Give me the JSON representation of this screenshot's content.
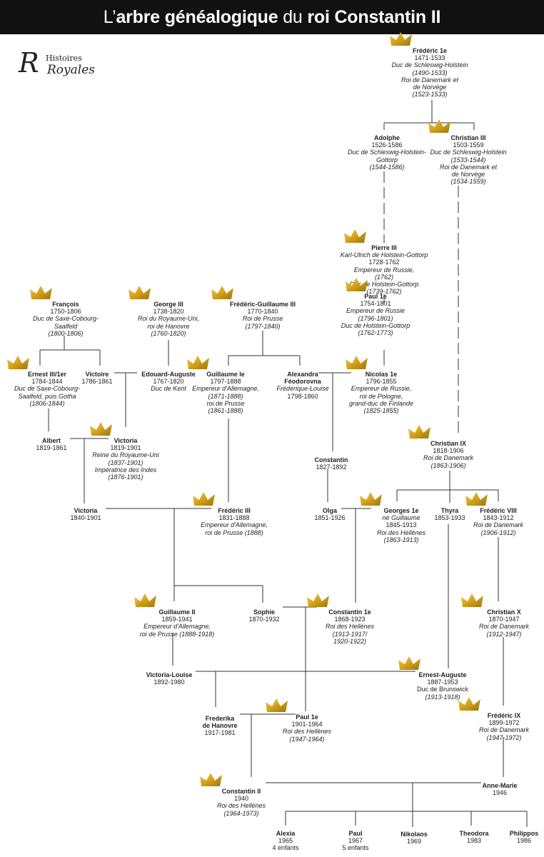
{
  "banner": {
    "pre": "L’",
    "title_bold1": "arbre généalogique",
    "title_mid": " du ",
    "title_bold2": "roi Constantin II"
  },
  "logo": {
    "word1": "Histoires",
    "word2": "Royales",
    "initial": "R"
  },
  "colors": {
    "crown": "#d4a017",
    "banner_bg": "#111111",
    "line": "#333333"
  },
  "people": [
    {
      "id": "frederic1",
      "lines": [
        [
          "n",
          "Frédéric 1e"
        ],
        [
          "d",
          "1471-1533"
        ],
        [
          "i",
          "Duc de Schleswig-Holstein"
        ],
        [
          "i",
          "(1490-1533)"
        ],
        [
          "i",
          "Roi de Danemark et"
        ],
        [
          "i",
          "de Norvège"
        ],
        [
          "i",
          "(1523-1533)"
        ]
      ]
    },
    {
      "id": "adolphe",
      "lines": [
        [
          "n",
          "Adolphe"
        ],
        [
          "d",
          "1526-1586"
        ],
        [
          "i",
          "Duc de Schleswig-Holstein-"
        ],
        [
          "i",
          "Gottorp"
        ],
        [
          "i",
          "(1544-1586)"
        ]
      ]
    },
    {
      "id": "christian3",
      "lines": [
        [
          "n",
          "Christian III"
        ],
        [
          "d",
          "1503-1559"
        ],
        [
          "i",
          "Duc de Schleswig-Holstein"
        ],
        [
          "i",
          "(1533-1544)"
        ],
        [
          "i",
          "Roi de Danemark et"
        ],
        [
          "i",
          "de Norvège"
        ],
        [
          "i",
          "(1534-1559)"
        ]
      ]
    },
    {
      "id": "pierre3",
      "lines": [
        [
          "n",
          "Pierre III"
        ],
        [
          "i",
          "Karl-Ulrich de Holstein-Gottorp"
        ],
        [
          "d",
          "1728-1762"
        ],
        [
          "i",
          "Empereur de Russie,"
        ],
        [
          "i",
          "(1762)"
        ],
        [
          "i",
          "Duc de Holstein-Gottorp"
        ],
        [
          "i",
          "(1739-1762)"
        ]
      ]
    },
    {
      "id": "paul1r",
      "lines": [
        [
          "n",
          "Paul 1e"
        ],
        [
          "d",
          "1754-1801"
        ],
        [
          "i",
          "Empereur de Russie"
        ],
        [
          "i",
          "(1796-1801)"
        ],
        [
          "i",
          "Duc de Holstein-Gottorp"
        ],
        [
          "i",
          "(1762-1773)"
        ]
      ]
    },
    {
      "id": "francois",
      "lines": [
        [
          "n",
          "François"
        ],
        [
          "d",
          "1750-1806"
        ],
        [
          "i",
          "Duc de Saxe-Cobourg-"
        ],
        [
          "i",
          "Saalfeld"
        ],
        [
          "i",
          "(1800-1806)"
        ]
      ]
    },
    {
      "id": "george3",
      "lines": [
        [
          "n",
          "George III"
        ],
        [
          "d",
          "1738-1820"
        ],
        [
          "i",
          "Roi du Royaume-Uni,"
        ],
        [
          "i",
          "roi de Hanovre"
        ],
        [
          "i",
          "(1760-1820)"
        ]
      ]
    },
    {
      "id": "fg3",
      "lines": [
        [
          "n",
          "Frédéric-Guillaume III"
        ],
        [
          "d",
          "1770-1840"
        ],
        [
          "i",
          "Roi de Prusse"
        ],
        [
          "i",
          "(1797-1840)"
        ]
      ]
    },
    {
      "id": "ernest",
      "lines": [
        [
          "n",
          "Ernest III/1er"
        ],
        [
          "d",
          "1784-1844"
        ],
        [
          "i",
          "Duc de Saxe-Cobourg-"
        ],
        [
          "i",
          "Saalfeld, puis Gotha"
        ],
        [
          "i",
          "(1806-1844)"
        ]
      ]
    },
    {
      "id": "victoire",
      "lines": [
        [
          "n",
          "Victoire"
        ],
        [
          "d",
          "1786-1861"
        ]
      ]
    },
    {
      "id": "edouard",
      "lines": [
        [
          "n",
          "Edouard-Auguste"
        ],
        [
          "d",
          "1767-1820"
        ],
        [
          "i",
          "Duc de Kent"
        ]
      ]
    },
    {
      "id": "guillaume1",
      "lines": [
        [
          "n",
          "Guillaume Ie"
        ],
        [
          "d",
          "1797-1888"
        ],
        [
          "i",
          "Empereur d'Allemagne,"
        ],
        [
          "i",
          "(1871-1888)"
        ],
        [
          "i",
          "roi de Prusse"
        ],
        [
          "i",
          "(1861-1888)"
        ]
      ]
    },
    {
      "id": "alexandra",
      "lines": [
        [
          "n",
          "Alexandra"
        ],
        [
          "n",
          "Féodorovna"
        ],
        [
          "i",
          "Frédérique-Louise"
        ],
        [
          "d",
          "1798-1860"
        ]
      ]
    },
    {
      "id": "nicolas1",
      "lines": [
        [
          "n",
          "Nicolas 1e"
        ],
        [
          "d",
          "1796-1855"
        ],
        [
          "i",
          "Empereur de Russie,"
        ],
        [
          "i",
          "roi de Pologne,"
        ],
        [
          "i",
          "grand-duc de Finlande"
        ],
        [
          "i",
          "(1825-1855)"
        ]
      ]
    },
    {
      "id": "albert",
      "lines": [
        [
          "n",
          "Albert"
        ],
        [
          "d",
          "1819-1861"
        ]
      ]
    },
    {
      "id": "victoria",
      "lines": [
        [
          "n",
          "Victoria"
        ],
        [
          "d",
          "1819-1901"
        ],
        [
          "i",
          "Reine du Royaume-Uni"
        ],
        [
          "i",
          "(1837-1901)"
        ],
        [
          "i",
          "Impératrice des Indes"
        ],
        [
          "i",
          "(1876-1901)"
        ]
      ]
    },
    {
      "id": "christian9",
      "lines": [
        [
          "n",
          "Christian IX"
        ],
        [
          "d",
          "1818-1906"
        ],
        [
          "i",
          "Roi de Danemark"
        ],
        [
          "i",
          "(1863-1906)"
        ]
      ]
    },
    {
      "id": "constantin",
      "lines": [
        [
          "n",
          "Constantin"
        ],
        [
          "d",
          "1827-1892"
        ]
      ]
    },
    {
      "id": "victoria2",
      "lines": [
        [
          "n",
          "Victoria"
        ],
        [
          "d",
          "1840-1901"
        ]
      ]
    },
    {
      "id": "frederic3",
      "lines": [
        [
          "n",
          "Frédéric III"
        ],
        [
          "d",
          "1831-1888"
        ],
        [
          "i",
          "Empereur d'Allemagne,"
        ],
        [
          "i",
          "roi de Prusse (1888)"
        ]
      ]
    },
    {
      "id": "olga",
      "lines": [
        [
          "n",
          "Olga"
        ],
        [
          "d",
          "1851-1926"
        ]
      ]
    },
    {
      "id": "georges1",
      "lines": [
        [
          "n",
          "Georges 1e"
        ],
        [
          "i",
          "né Guillaume"
        ],
        [
          "d",
          "1845-1913"
        ],
        [
          "i",
          "Roi des Hellènes"
        ],
        [
          "i",
          "(1863-1913)"
        ]
      ]
    },
    {
      "id": "thyra",
      "lines": [
        [
          "n",
          "Thyra"
        ],
        [
          "d",
          "1853-1933"
        ]
      ]
    },
    {
      "id": "frederic8",
      "lines": [
        [
          "n",
          "Frédéric VIII"
        ],
        [
          "d",
          "1843-1912"
        ],
        [
          "i",
          "Roi de Danemark"
        ],
        [
          "i",
          "(1906-1912)"
        ]
      ]
    },
    {
      "id": "guillaume2",
      "lines": [
        [
          "n",
          "Guillaume II"
        ],
        [
          "d",
          "1859-1941"
        ],
        [
          "i",
          "Empereur d'Allemagne,"
        ],
        [
          "i",
          "roi de Prusse (1888-1918)"
        ]
      ]
    },
    {
      "id": "sophie",
      "lines": [
        [
          "n",
          "Sophie"
        ],
        [
          "d",
          "1870-1932"
        ]
      ]
    },
    {
      "id": "constantin1",
      "lines": [
        [
          "n",
          "Constantin 1e"
        ],
        [
          "d",
          "1868-1923"
        ],
        [
          "i",
          "Roi des Hellènes"
        ],
        [
          "i",
          "(1913-1917/"
        ],
        [
          "i",
          "1920-1922)"
        ]
      ]
    },
    {
      "id": "christian10",
      "lines": [
        [
          "n",
          "Christian X"
        ],
        [
          "d",
          "1870-1947"
        ],
        [
          "i",
          "Roi de Danemark"
        ],
        [
          "i",
          "(1912-1947)"
        ]
      ]
    },
    {
      "id": "vlouise",
      "lines": [
        [
          "n",
          "Victoria-Louise"
        ],
        [
          "d",
          "1892-1980"
        ]
      ]
    },
    {
      "id": "ernestaug",
      "lines": [
        [
          "n",
          "Ernest-Auguste"
        ],
        [
          "d",
          "1887-1953"
        ],
        [
          "d",
          "Duc de Brunswick"
        ],
        [
          "i",
          "(1913-1918)"
        ]
      ]
    },
    {
      "id": "frederika",
      "lines": [
        [
          "n",
          "Frederika"
        ],
        [
          "n",
          "de Hanovre"
        ],
        [
          "d",
          "1917-1981"
        ]
      ]
    },
    {
      "id": "paul1g",
      "lines": [
        [
          "n",
          "Paul 1e"
        ],
        [
          "d",
          "1901-1964"
        ],
        [
          "i",
          "Roi des Hellènes"
        ],
        [
          "i",
          "(1947-1964)"
        ]
      ]
    },
    {
      "id": "frederic9",
      "lines": [
        [
          "n",
          "Frédéric IX"
        ],
        [
          "d",
          "1899-1972"
        ],
        [
          "i",
          "Roi de Danemark"
        ],
        [
          "i",
          "(1947-1972)"
        ]
      ]
    },
    {
      "id": "constantin2",
      "lines": [
        [
          "n",
          "Constantin II"
        ],
        [
          "d",
          "1940"
        ],
        [
          "i",
          "Roi des Hellènes"
        ],
        [
          "i",
          "(1964-1973)"
        ]
      ]
    },
    {
      "id": "annemarie",
      "lines": [
        [
          "n",
          "Anne-Marie"
        ],
        [
          "d",
          "1946"
        ]
      ]
    },
    {
      "id": "alexia",
      "lines": [
        [
          "n",
          "Alexia"
        ],
        [
          "d",
          "1965"
        ],
        [
          "d",
          "4 enfants"
        ]
      ]
    },
    {
      "id": "paulc",
      "lines": [
        [
          "n",
          "Paul"
        ],
        [
          "d",
          "1967"
        ],
        [
          "d",
          "5 enfants"
        ]
      ]
    },
    {
      "id": "nikolaos",
      "lines": [
        [
          "n",
          "Nikolaos"
        ],
        [
          "d",
          "1969"
        ]
      ]
    },
    {
      "id": "theodora",
      "lines": [
        [
          "n",
          "Theodora"
        ],
        [
          "d",
          "1983"
        ]
      ]
    },
    {
      "id": "philippos",
      "lines": [
        [
          "n",
          "Philippos"
        ],
        [
          "d",
          "1986"
        ]
      ]
    }
  ]
}
